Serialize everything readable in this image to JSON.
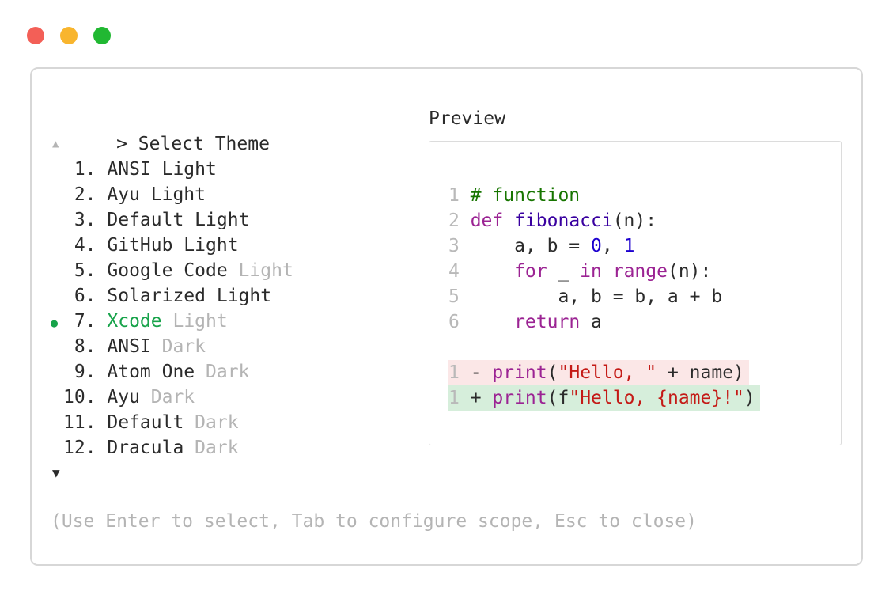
{
  "selector": {
    "prompt_caret": ">",
    "title": "Select Theme",
    "scroll_up_glyph": "▲",
    "scroll_down_glyph": "▼",
    "selected_bullet_glyph": "●",
    "hint": "(Use Enter to select, Tab to configure scope, Esc to close)",
    "themes": [
      {
        "num": "1.",
        "name": "ANSI Light",
        "muted": "",
        "selected": false
      },
      {
        "num": "2.",
        "name": "Ayu Light",
        "muted": "",
        "selected": false
      },
      {
        "num": "3.",
        "name": "Default Light",
        "muted": "",
        "selected": false
      },
      {
        "num": "4.",
        "name": "GitHub Light",
        "muted": "",
        "selected": false
      },
      {
        "num": "5.",
        "name": "Google Code",
        "muted": " Light",
        "selected": false
      },
      {
        "num": "6.",
        "name": "Solarized Light",
        "muted": "",
        "selected": false
      },
      {
        "num": "7.",
        "name": "Xcode",
        "muted": " Light",
        "selected": true
      },
      {
        "num": "8.",
        "name": "ANSI",
        "muted": " Dark",
        "selected": false
      },
      {
        "num": "9.",
        "name": "Atom One",
        "muted": " Dark",
        "selected": false
      },
      {
        "num": "10.",
        "name": "Ayu",
        "muted": " Dark",
        "selected": false
      },
      {
        "num": "11.",
        "name": "Default",
        "muted": " Dark",
        "selected": false
      },
      {
        "num": "12.",
        "name": "Dracula",
        "muted": " Dark",
        "selected": false
      }
    ]
  },
  "preview": {
    "label": "Preview",
    "lines": [
      {
        "num": "1",
        "diff": "",
        "tokens": [
          {
            "t": "# function",
            "c": "comment"
          }
        ]
      },
      {
        "num": "2",
        "diff": "",
        "tokens": [
          {
            "t": "def ",
            "c": "keyword"
          },
          {
            "t": "fibonacci",
            "c": "function"
          },
          {
            "t": "(n):",
            "c": "plain"
          }
        ]
      },
      {
        "num": "3",
        "diff": "",
        "tokens": [
          {
            "t": "    a, b = ",
            "c": "plain"
          },
          {
            "t": "0",
            "c": "number"
          },
          {
            "t": ", ",
            "c": "plain"
          },
          {
            "t": "1",
            "c": "number"
          }
        ]
      },
      {
        "num": "4",
        "diff": "",
        "tokens": [
          {
            "t": "    ",
            "c": "plain"
          },
          {
            "t": "for",
            "c": "keyword"
          },
          {
            "t": " _ ",
            "c": "plain"
          },
          {
            "t": "in",
            "c": "keyword"
          },
          {
            "t": " ",
            "c": "plain"
          },
          {
            "t": "range",
            "c": "keyword"
          },
          {
            "t": "(n):",
            "c": "plain"
          }
        ]
      },
      {
        "num": "5",
        "diff": "",
        "tokens": [
          {
            "t": "        a, b = b, a + b",
            "c": "plain"
          }
        ]
      },
      {
        "num": "6",
        "diff": "",
        "tokens": [
          {
            "t": "    ",
            "c": "plain"
          },
          {
            "t": "return",
            "c": "keyword"
          },
          {
            "t": " a",
            "c": "plain"
          }
        ]
      },
      {
        "num": "",
        "diff": "",
        "tokens": []
      },
      {
        "num": "1",
        "diff": "del",
        "tokens": [
          {
            "t": "- ",
            "c": "plain"
          },
          {
            "t": "print",
            "c": "keyword"
          },
          {
            "t": "(",
            "c": "plain"
          },
          {
            "t": "\"Hello, \"",
            "c": "string"
          },
          {
            "t": " + name)",
            "c": "plain"
          }
        ]
      },
      {
        "num": "1",
        "diff": "add",
        "tokens": [
          {
            "t": "+ ",
            "c": "plain"
          },
          {
            "t": "print",
            "c": "keyword"
          },
          {
            "t": "(f",
            "c": "plain"
          },
          {
            "t": "\"Hello, {name}!\"",
            "c": "string"
          },
          {
            "t": ")",
            "c": "plain"
          }
        ]
      }
    ]
  },
  "colors": {
    "text": "#2b2b2b",
    "muted": "#b4b4b4",
    "accent_green": "#17a34a",
    "comment": "#177500",
    "keyword": "#9b2393",
    "function": "#3900a0",
    "number": "#1c00cf",
    "string": "#c41a16",
    "line_number": "#b9b9b9",
    "diff_del_bg": "#fbe7e7",
    "diff_add_bg": "#d6eedb",
    "panel_border": "#d7d7d7",
    "preview_border": "#dcdcdc",
    "traffic_red": "#f35f57",
    "traffic_yellow": "#f8b52e",
    "traffic_green": "#21b832"
  }
}
